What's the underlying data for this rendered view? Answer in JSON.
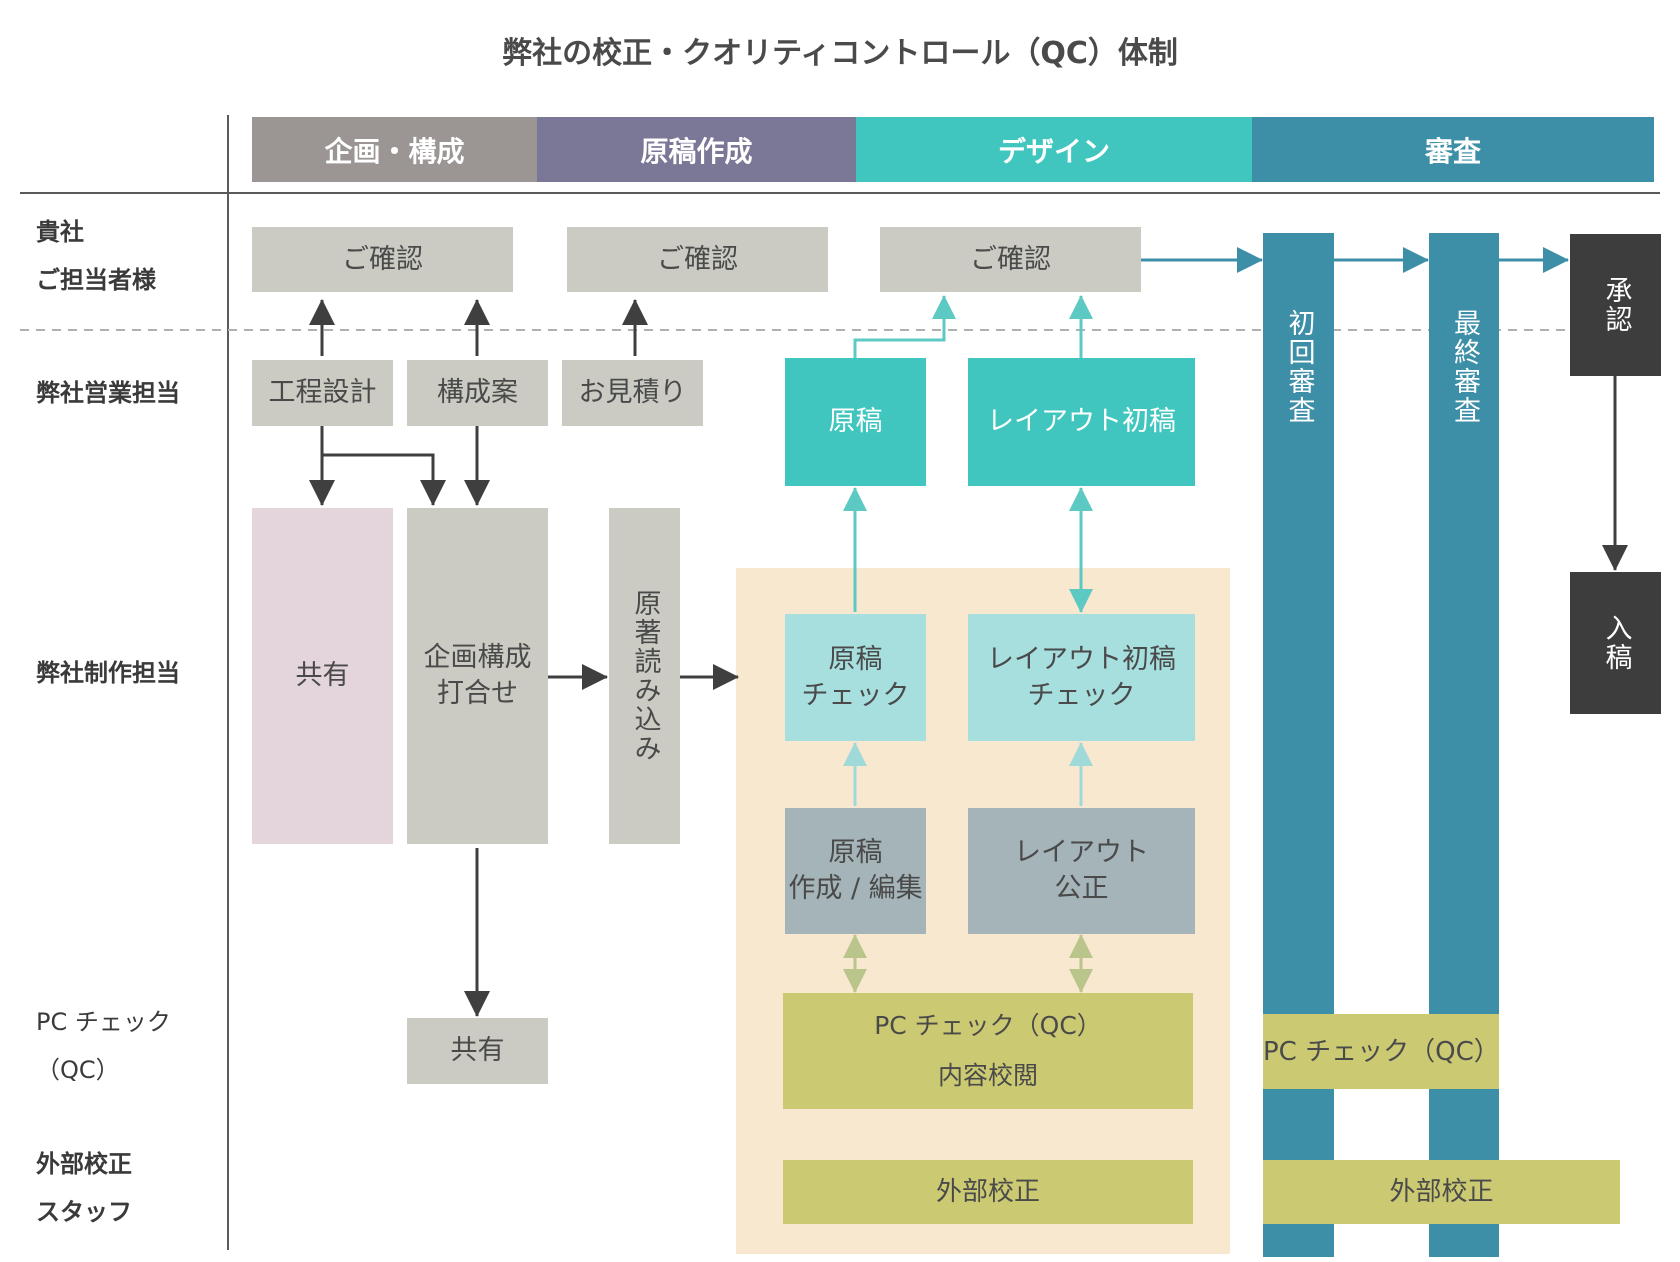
{
  "title": "弊社の校正・クオリティコントロール（QC）体制",
  "phases": {
    "planning": "企画・構成",
    "drafting": "原稿作成",
    "design": "デザイン",
    "review": "審査"
  },
  "rows": {
    "client": [
      "貴社",
      "ご担当者様"
    ],
    "sales": "弊社営業担当",
    "production": "弊社制作担当",
    "pc_check": [
      "PC チェック",
      "（QC）"
    ],
    "external": [
      "外部校正",
      "スタッフ"
    ]
  },
  "client_boxes": {
    "confirm_1": "ご確認",
    "confirm_2": "ご確認",
    "confirm_3": "ご確認",
    "approval": "承認"
  },
  "sales_boxes": {
    "process_design": "工程設計",
    "structure_plan": "構成案",
    "estimate": "お見積り",
    "manuscript": "原稿",
    "layout_first_draft": "レイアウト初稿"
  },
  "production_boxes": {
    "share_1": "共有",
    "planning_meeting": [
      "企画構成",
      "打合せ"
    ],
    "reading_originals": "原著読み込み",
    "manuscript_check": [
      "原稿",
      "チェック"
    ],
    "layout_check": [
      "レイアウト初稿",
      "チェック"
    ],
    "manuscript_edit": [
      "原稿",
      "作成 / 編集"
    ],
    "layout_proof": [
      "レイアウト",
      "公正"
    ],
    "submission": "入稿"
  },
  "review_columns": {
    "first_review": "初回審査",
    "final_review": "最終審査"
  },
  "pc_check_boxes": {
    "share_2": "共有",
    "pc_qc_1": "PC チェック（QC）",
    "content_proof": "内容校閲",
    "pc_qc_2": "PC チェック（QC）"
  },
  "external_boxes": {
    "external_proof_1": "外部校正",
    "external_proof_2": "外部校正"
  },
  "colors": {
    "phase_planning": "#9b9594",
    "phase_drafting": "#7b7796",
    "phase_design": "#41c6bf",
    "phase_review": "#3c8fa7",
    "box_gray": "#cbcbc4",
    "box_pink": "#e3d5db",
    "teal": "#41c6bf",
    "teal_light": "#a7dfdf",
    "slate": "#a4b4b8",
    "olive": "#cbca72",
    "review_blue": "#3c8fa7",
    "dark": "#3d3d3d",
    "design_area": "#f9e8d0"
  }
}
